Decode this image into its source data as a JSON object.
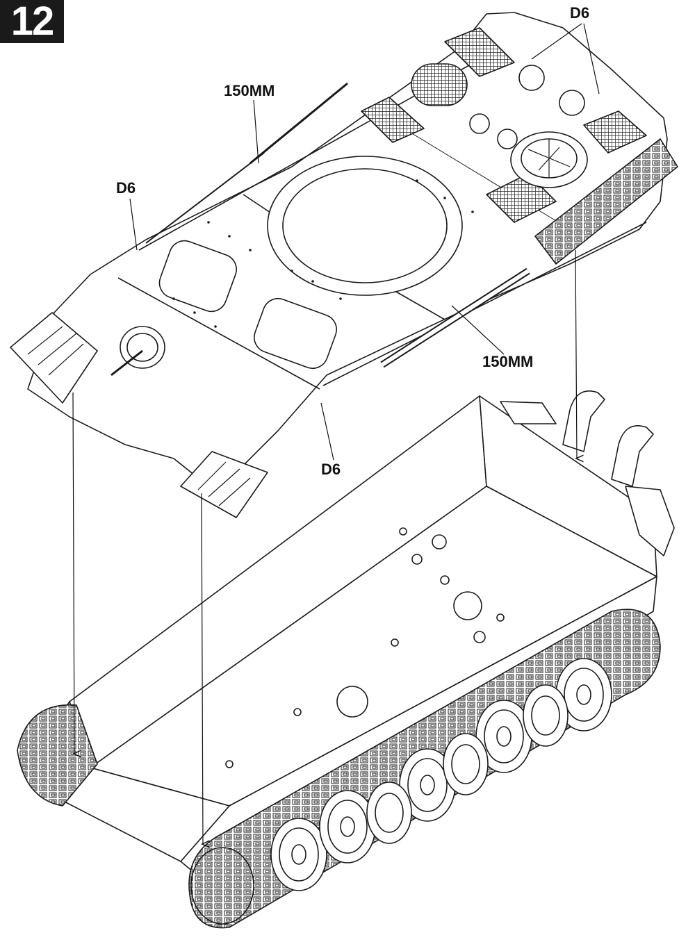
{
  "step": {
    "number": "12"
  },
  "callouts": {
    "d6_top_right": "D6",
    "d6_left": "D6",
    "d6_center": "D6",
    "mm_top": "150MM",
    "mm_right": "150MM"
  },
  "colors": {
    "line": "#1a1a1a",
    "fill": "#ffffff",
    "mesh": "#2a2a2a",
    "badge": "#1a1a1a"
  }
}
